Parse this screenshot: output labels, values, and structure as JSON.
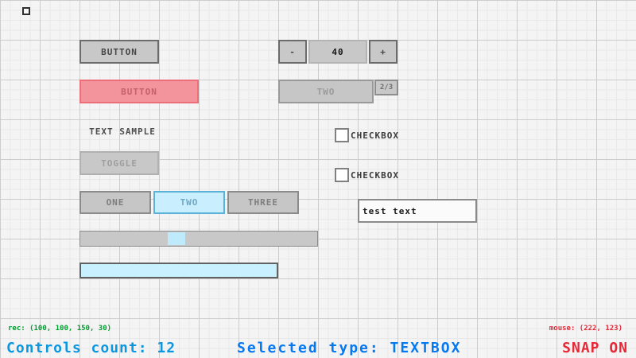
{
  "controls": {
    "button_normal": {
      "label": "BUTTON"
    },
    "button_selected": {
      "label": "BUTTON",
      "rect": "100, 100, 150, 30"
    },
    "text_label": {
      "text": "TEXT SAMPLE"
    },
    "toggle": {
      "label": "TOGGLE"
    },
    "toggle_group": {
      "items": [
        {
          "label": "ONE",
          "active": false
        },
        {
          "label": "TWO",
          "active": true
        },
        {
          "label": "THREE",
          "active": false
        }
      ]
    },
    "spinner": {
      "minus": "-",
      "value": "40",
      "plus": "+"
    },
    "combobox": {
      "selected": "TWO",
      "counter": "2/3"
    },
    "checkbox1": {
      "label": "CHECKBOX",
      "checked": false
    },
    "checkbox2": {
      "label": "CHECKBOX",
      "checked": false
    },
    "textbox": {
      "value": "test text"
    },
    "slider": {
      "value_position": "center-left"
    },
    "bluebar": {}
  },
  "statusbar": {
    "rec": "rec: (100, 100, 150, 30)",
    "controls_count": "Controls count: 12",
    "selected_type": "Selected type: TEXTBOX",
    "mouse": "mouse: (222, 123)",
    "snap": "SNAP ON"
  },
  "colors": {
    "accent_blue": "#0678f0",
    "info_blue": "#0a97e0",
    "status_green": "#009e2f",
    "status_red": "#e62937",
    "selected_pink": "#f3939c",
    "active_cyan": "#c9effe",
    "control_gray": "#c8c8c8"
  }
}
